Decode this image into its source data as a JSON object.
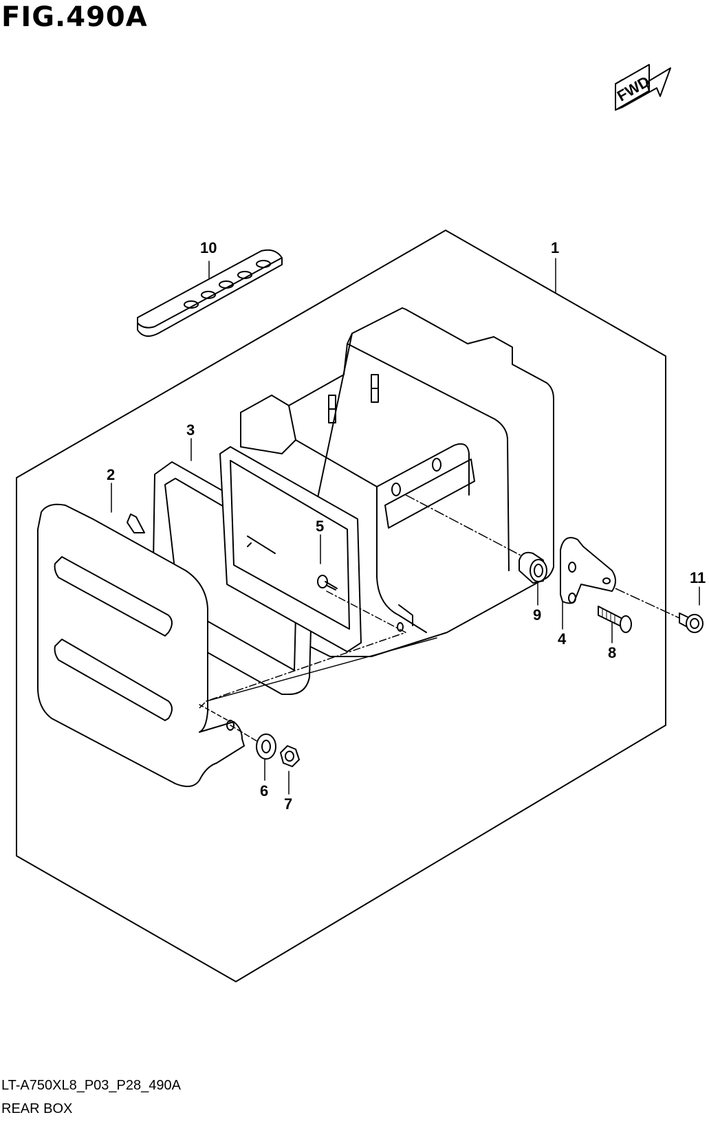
{
  "figure": {
    "title": "FIG.490A",
    "direction_label": "FWD"
  },
  "callouts": [
    "1",
    "2",
    "3",
    "4",
    "5",
    "6",
    "7",
    "8",
    "9",
    "10",
    "11"
  ],
  "footer": {
    "code": "LT-A750XL8_P03_P28_490A",
    "name": "REAR BOX"
  },
  "colors": {
    "line": "#000000",
    "background": "#ffffff"
  }
}
